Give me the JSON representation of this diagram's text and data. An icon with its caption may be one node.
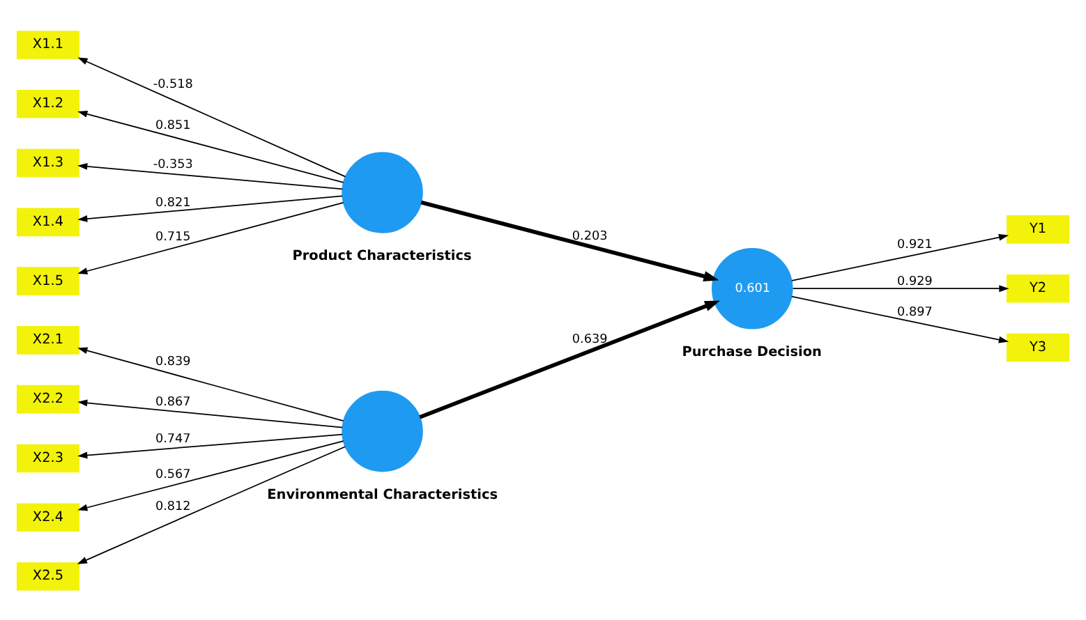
{
  "diagram": {
    "nodes": [
      {
        "text": [
          "X1.1"
        ]
      },
      {
        "text": [
          "X1.2"
        ]
      },
      {
        "text": [
          "X1.3"
        ]
      },
      {
        "text": [
          "X1.4"
        ]
      },
      {
        "text": [
          "X1.5"
        ]
      },
      {
        "text": [],
        "shape": "circle",
        "beside": [
          "Product Characteristics"
        ]
      },
      {
        "text": [
          "X2.1"
        ]
      },
      {
        "text": [
          "X2.2"
        ]
      },
      {
        "text": [
          "X2.3"
        ]
      },
      {
        "text": [
          "X2.4"
        ]
      },
      {
        "text": [
          "X2.5"
        ]
      },
      {
        "text": [],
        "shape": "circle",
        "beside": [
          "Environmental Characteristics"
        ]
      },
      {
        "text": [
          "0.601"
        ],
        "beside": [
          "Purchase Decision"
        ]
      },
      {
        "text": [
          "Y1"
        ]
      },
      {
        "text": [
          "Y2"
        ]
      },
      {
        "text": [
          "Y3"
        ]
      }
    ],
    "edges": [
      {
        "from": 5,
        "to": 0,
        "arrow": "to",
        "label": "-0.518"
      },
      {
        "from": 5,
        "to": 1,
        "arrow": "to",
        "label": "0.851"
      },
      {
        "from": 5,
        "to": 2,
        "arrow": "to",
        "label": "-0.353"
      },
      {
        "from": 5,
        "to": 3,
        "arrow": "to",
        "label": "0.821"
      },
      {
        "from": 5,
        "to": 4,
        "arrow": "to",
        "label": "0.715"
      },
      {
        "from": 11,
        "to": 6,
        "arrow": "to",
        "label": "0.839"
      },
      {
        "from": 11,
        "to": 7,
        "arrow": "to",
        "label": "0.867"
      },
      {
        "from": 11,
        "to": 8,
        "arrow": "to",
        "label": "0.747"
      },
      {
        "from": 11,
        "to": 9,
        "arrow": "to",
        "label": "0.567"
      },
      {
        "from": 11,
        "to": 10,
        "arrow": "to",
        "label": "0.812"
      },
      {
        "from": 5,
        "to": 12,
        "arrow": "to",
        "label": "0.203",
        "style": "thick"
      },
      {
        "from": 11,
        "to": 12,
        "arrow": "to",
        "label": "0.639",
        "style": "thick"
      },
      {
        "from": 12,
        "to": 13,
        "arrow": "to",
        "label": "0.921"
      },
      {
        "from": 12,
        "to": 14,
        "arrow": "to",
        "label": "0.929"
      },
      {
        "from": 12,
        "to": 15,
        "arrow": "to",
        "label": "0.897"
      }
    ]
  }
}
